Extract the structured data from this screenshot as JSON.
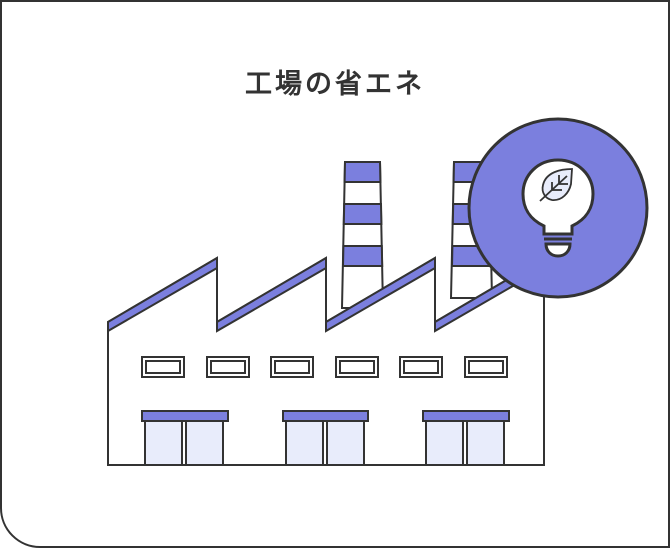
{
  "card": {
    "title": "工場の省エネ"
  },
  "illustration": {
    "subject": "factory-with-energy-saving-lightbulb",
    "icons": [
      "factory-icon",
      "lightbulb-icon",
      "leaf-icon"
    ],
    "colors": {
      "accent": "#7B7FDE",
      "light_fill": "#E8ECFB",
      "stroke": "#333333",
      "background": "#FFFFFF"
    },
    "windows_count": 6,
    "doors_count": 3,
    "chimneys_count": 2
  }
}
